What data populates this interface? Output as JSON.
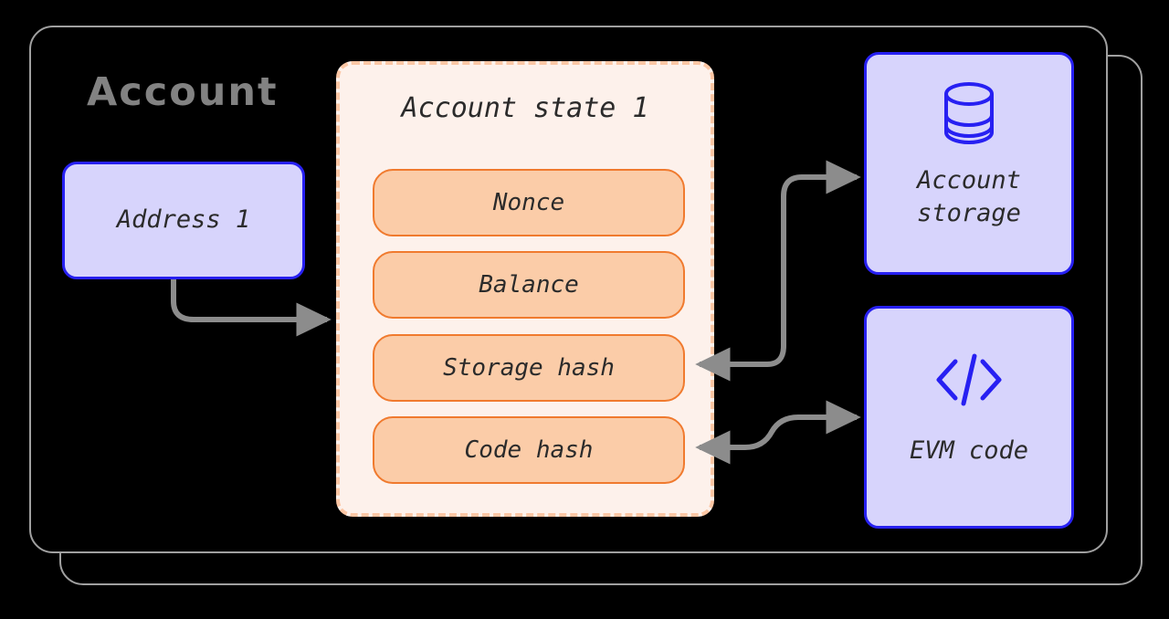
{
  "diagram": {
    "title": "Account",
    "title_color": "#828282",
    "background": "#000000",
    "arrow_color": "#8C8C8C"
  },
  "account": {
    "label": "Account",
    "address": {
      "label": "Address 1",
      "fill": "#D7D4FC",
      "stroke": "#2720F2"
    }
  },
  "account_state": {
    "title": "Account state 1",
    "panel_fill": "#FDF1EB",
    "panel_stroke": "#FBC6A4",
    "field_fill": "#FBCCA8",
    "field_stroke": "#F07A2E",
    "fields": [
      {
        "label": "Nonce"
      },
      {
        "label": "Balance"
      },
      {
        "label": "Storage hash"
      },
      {
        "label": "Code hash"
      }
    ]
  },
  "external_nodes": [
    {
      "id": "account-storage",
      "label": "Account\nstorage",
      "icon": "database-icon",
      "fill": "#D7D4FC",
      "stroke": "#2720F2"
    },
    {
      "id": "evm-code",
      "label": "EVM code",
      "icon": "code-icon",
      "fill": "#D7D4FC",
      "stroke": "#2720F2"
    }
  ],
  "connections": [
    {
      "from": "Address 1",
      "to": "Account state 1",
      "direction": "forward"
    },
    {
      "from": "Storage hash",
      "to": "Account storage",
      "direction": "bidirectional"
    },
    {
      "from": "Code hash",
      "to": "EVM code",
      "direction": "bidirectional"
    }
  ]
}
